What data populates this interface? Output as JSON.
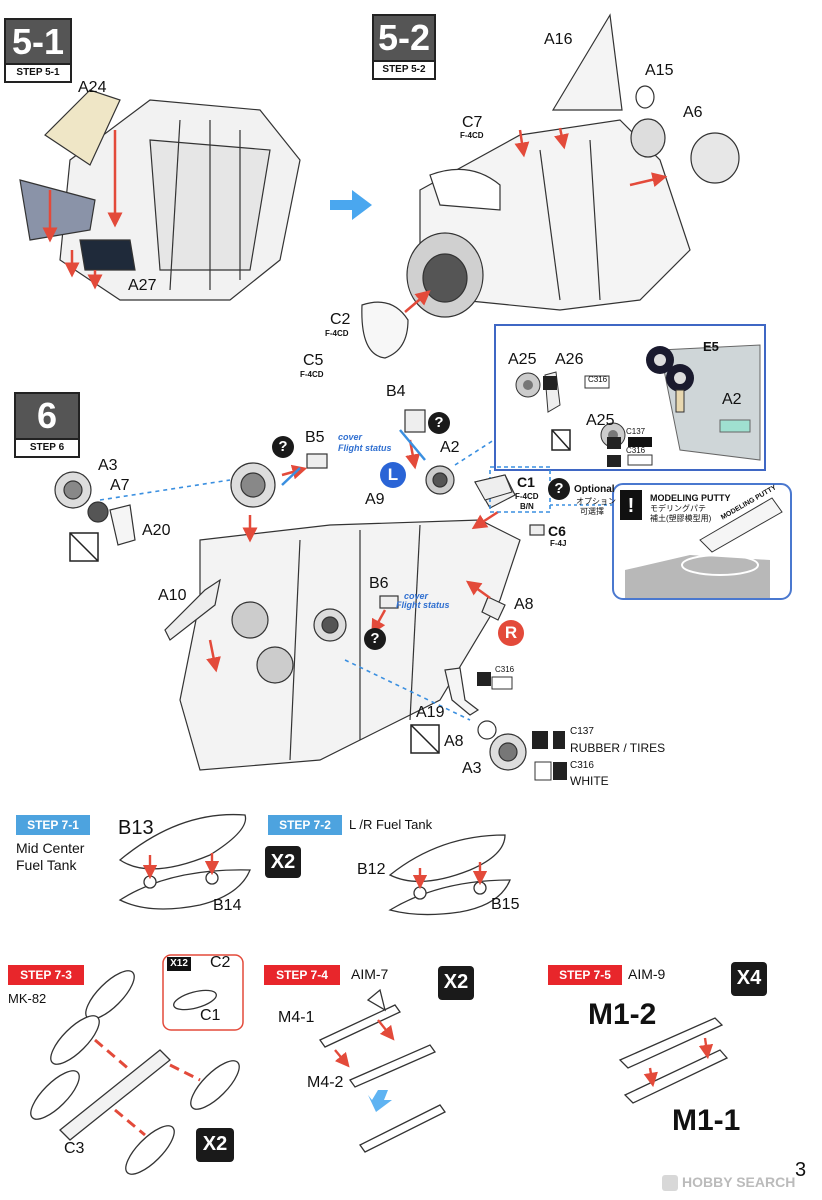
{
  "steps": {
    "s5_1": {
      "number": "5-1",
      "tag": "STEP 5-1"
    },
    "s5_2": {
      "number": "5-2",
      "tag": "STEP 5-2"
    },
    "s6": {
      "number": "6",
      "tag": "STEP 6"
    },
    "s7_1": {
      "tag": "STEP 7-1",
      "title_line1": "Mid Center",
      "title_line2": "Fuel Tank",
      "multiplier": "X2"
    },
    "s7_2": {
      "tag": "STEP 7-2",
      "title": "L /R Fuel Tank"
    },
    "s7_3": {
      "tag": "STEP 7-3",
      "title": "MK-82",
      "multiplier": "X2",
      "sub_multiplier": "X12"
    },
    "s7_4": {
      "tag": "STEP 7-4",
      "title": "AIM-7",
      "multiplier": "X2"
    },
    "s7_5": {
      "tag": "STEP 7-5",
      "title": "AIM-9",
      "multiplier": "X4"
    }
  },
  "parts": {
    "a24": "A24",
    "a27": "A27",
    "a16": "A16",
    "a15": "A15",
    "a6": "A6",
    "c7": "C7",
    "c7_variant": "F-4CD",
    "c2": "C2",
    "c2_variant": "F-4CD",
    "c5": "C5",
    "c5_variant": "F-4CD",
    "a25_top": "A25",
    "a26": "A26",
    "a25_mid": "A25",
    "e5": "E5",
    "a2_inset": "A2",
    "b4": "B4",
    "b5": "B5",
    "a2": "A2",
    "a9": "A9",
    "c1": "C1",
    "c1_variant": "F-4CD",
    "c1_variant2": "B/N",
    "c6": "C6",
    "c6_variant": "F-4J",
    "a3_left": "A3",
    "a7": "A7",
    "a20": "A20",
    "a10": "A10",
    "b6": "B6",
    "a8_right": "A8",
    "a19": "A19",
    "a8_bottom": "A8",
    "a3_bottom": "A3",
    "b13": "B13",
    "b14": "B14",
    "b12": "B12",
    "b15": "B15",
    "c2_bomb": "C2",
    "c1_bomb": "C1",
    "c3": "C3",
    "m4_1": "M4-1",
    "m4_2": "M4-2",
    "m1_2": "M1-2",
    "m1_1": "M1-1"
  },
  "annotations": {
    "cover_flight_status_top": {
      "line1": "cover",
      "line2": "Flight status"
    },
    "cover_flight_status_mid": {
      "line1": "cover",
      "line2": "Flight status"
    },
    "optional_en": "Optional",
    "optional_jp1": "オプション",
    "optional_jp2": "可選擇",
    "modeling_putty_title": "MODELING PUTTY",
    "modeling_putty_jp": "モデリングパテ",
    "modeling_putty_cn": "補土(塑膠模型用)",
    "tube_label": "MODELING PUTTY",
    "left_badge": "L",
    "right_badge": "R",
    "question": "?"
  },
  "paints": {
    "c316_a": "C316",
    "c137_a": "C137",
    "c316_b": "C316",
    "c316_main": "C316",
    "legend": [
      {
        "code": "C137",
        "name": "RUBBER / TIRES"
      },
      {
        "code": "C316",
        "name": "WHITE"
      }
    ]
  },
  "footer": {
    "watermark": "HOBBY SEARCH",
    "page_number": "3"
  },
  "colors": {
    "step_blue": "#4da3df",
    "step_red": "#e8262b",
    "arrow_red": "#e34a3a",
    "arrow_blue": "#3a8fe0",
    "inset_border": "#3f67c4",
    "gray_fill": "#555555"
  }
}
